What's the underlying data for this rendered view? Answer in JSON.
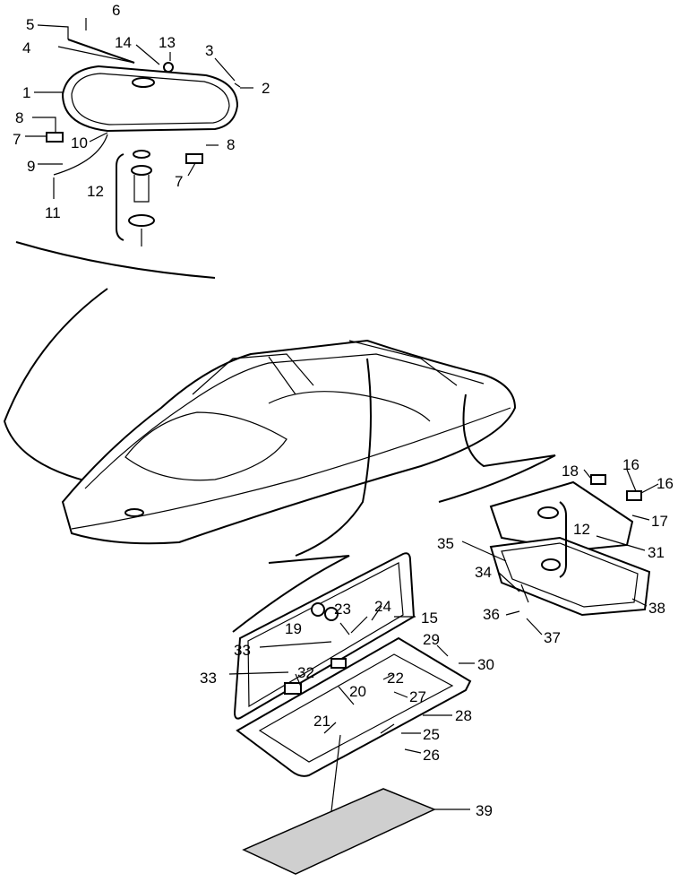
{
  "callouts": [
    {
      "id": "c1",
      "label": "1"
    },
    {
      "id": "c2",
      "label": "2"
    },
    {
      "id": "c3",
      "label": "3"
    },
    {
      "id": "c4",
      "label": "4"
    },
    {
      "id": "c5",
      "label": "5"
    },
    {
      "id": "c6",
      "label": "6"
    },
    {
      "id": "c7a",
      "label": "7"
    },
    {
      "id": "c7b",
      "label": "7"
    },
    {
      "id": "c8a",
      "label": "8"
    },
    {
      "id": "c8b",
      "label": "8"
    },
    {
      "id": "c9",
      "label": "9"
    },
    {
      "id": "c10",
      "label": "10"
    },
    {
      "id": "c11",
      "label": "11"
    },
    {
      "id": "c12a",
      "label": "12"
    },
    {
      "id": "c12b",
      "label": "12"
    },
    {
      "id": "c13",
      "label": "13"
    },
    {
      "id": "c14",
      "label": "14"
    },
    {
      "id": "c15",
      "label": "15"
    },
    {
      "id": "c16a",
      "label": "16"
    },
    {
      "id": "c16b",
      "label": "16"
    },
    {
      "id": "c17",
      "label": "17"
    },
    {
      "id": "c18",
      "label": "18"
    },
    {
      "id": "c19",
      "label": "19"
    },
    {
      "id": "c20",
      "label": "20"
    },
    {
      "id": "c21",
      "label": "21"
    },
    {
      "id": "c22",
      "label": "22"
    },
    {
      "id": "c23",
      "label": "23"
    },
    {
      "id": "c24",
      "label": "24"
    },
    {
      "id": "c25",
      "label": "25"
    },
    {
      "id": "c26",
      "label": "26"
    },
    {
      "id": "c27",
      "label": "27"
    },
    {
      "id": "c28",
      "label": "28"
    },
    {
      "id": "c29",
      "label": "29"
    },
    {
      "id": "c30",
      "label": "30"
    },
    {
      "id": "c31",
      "label": "31"
    },
    {
      "id": "c32",
      "label": "32"
    },
    {
      "id": "c33a",
      "label": "33"
    },
    {
      "id": "c33b",
      "label": "33"
    },
    {
      "id": "c34",
      "label": "34"
    },
    {
      "id": "c35",
      "label": "35"
    },
    {
      "id": "c36",
      "label": "36"
    },
    {
      "id": "c37",
      "label": "37"
    },
    {
      "id": "c38",
      "label": "38"
    },
    {
      "id": "c39",
      "label": "39"
    }
  ]
}
